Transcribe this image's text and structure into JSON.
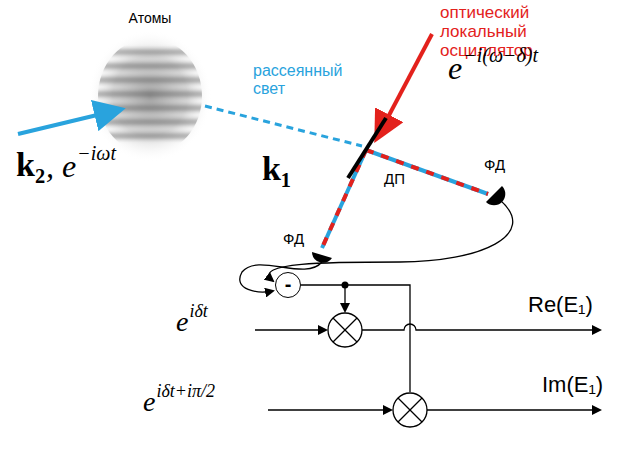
{
  "diagram": {
    "nodes": [
      {
        "text": [
          "Атомы"
        ]
      },
      {
        "text": [
          "-"
        ]
      }
    ],
    "labels": [
      "рассеянный свет",
      "оптический локальный осциллятор",
      "e",
      "−i(ω−δ)t",
      "k₂",
      ", e",
      "−iωt",
      "k₁",
      "ДП",
      "ФД",
      "ФД",
      "e",
      "iδt",
      "e",
      "iδt+iπ/2",
      "Re(E₁)",
      "Im(E₁)"
    ]
  }
}
